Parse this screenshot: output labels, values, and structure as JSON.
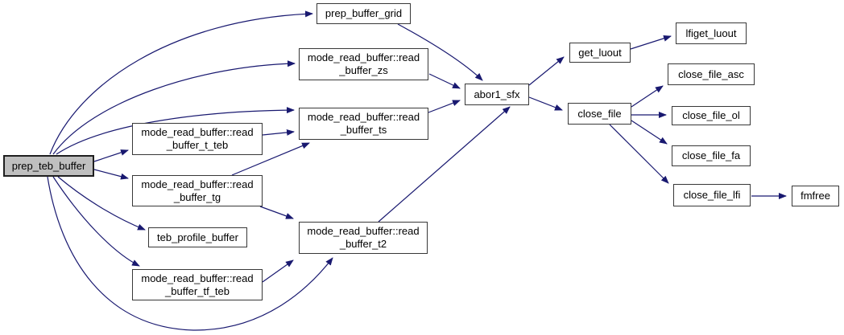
{
  "diagram": {
    "type": "call-graph",
    "colors": {
      "edge": "#191970",
      "node_border": "#383838",
      "node_fill": "#ffffff",
      "root_node_fill": "#bfbfbf",
      "text": "#000000",
      "background": "#ffffff"
    },
    "nodes": [
      {
        "id": "prep_teb_buffer",
        "lines": [
          "prep_teb_buffer"
        ],
        "role": "root"
      },
      {
        "id": "prep_buffer_grid",
        "lines": [
          "prep_buffer_grid"
        ]
      },
      {
        "id": "mode_read_buffer::read_buffer_zs",
        "lines": [
          "mode_read_buffer::read",
          "_buffer_zs"
        ]
      },
      {
        "id": "mode_read_buffer::read_buffer_ts",
        "lines": [
          "mode_read_buffer::read",
          "_buffer_ts"
        ]
      },
      {
        "id": "mode_read_buffer::read_buffer_t_teb",
        "lines": [
          "mode_read_buffer::read",
          "_buffer_t_teb"
        ]
      },
      {
        "id": "mode_read_buffer::read_buffer_tg",
        "lines": [
          "mode_read_buffer::read",
          "_buffer_tg"
        ]
      },
      {
        "id": "teb_profile_buffer",
        "lines": [
          "teb_profile_buffer"
        ]
      },
      {
        "id": "mode_read_buffer::read_buffer_tf_teb",
        "lines": [
          "mode_read_buffer::read",
          "_buffer_tf_teb"
        ]
      },
      {
        "id": "mode_read_buffer::read_buffer_t2",
        "lines": [
          "mode_read_buffer::read",
          "_buffer_t2"
        ]
      },
      {
        "id": "abor1_sfx",
        "lines": [
          "abor1_sfx"
        ]
      },
      {
        "id": "get_luout",
        "lines": [
          "get_luout"
        ]
      },
      {
        "id": "close_file",
        "lines": [
          "close_file"
        ]
      },
      {
        "id": "lfiget_luout",
        "lines": [
          "lfiget_luout"
        ]
      },
      {
        "id": "close_file_asc",
        "lines": [
          "close_file_asc"
        ]
      },
      {
        "id": "close_file_ol",
        "lines": [
          "close_file_ol"
        ]
      },
      {
        "id": "close_file_fa",
        "lines": [
          "close_file_fa"
        ]
      },
      {
        "id": "close_file_lfi",
        "lines": [
          "close_file_lfi"
        ]
      },
      {
        "id": "fmfree",
        "lines": [
          "fmfree"
        ]
      }
    ],
    "edges": [
      {
        "from": "prep_teb_buffer",
        "to": "prep_buffer_grid"
      },
      {
        "from": "prep_teb_buffer",
        "to": "mode_read_buffer::read_buffer_zs"
      },
      {
        "from": "prep_teb_buffer",
        "to": "mode_read_buffer::read_buffer_ts"
      },
      {
        "from": "prep_teb_buffer",
        "to": "mode_read_buffer::read_buffer_t_teb"
      },
      {
        "from": "prep_teb_buffer",
        "to": "mode_read_buffer::read_buffer_tg"
      },
      {
        "from": "prep_teb_buffer",
        "to": "teb_profile_buffer"
      },
      {
        "from": "prep_teb_buffer",
        "to": "mode_read_buffer::read_buffer_tf_teb"
      },
      {
        "from": "prep_teb_buffer",
        "to": "mode_read_buffer::read_buffer_t2"
      },
      {
        "from": "prep_buffer_grid",
        "to": "abor1_sfx"
      },
      {
        "from": "mode_read_buffer::read_buffer_zs",
        "to": "abor1_sfx"
      },
      {
        "from": "mode_read_buffer::read_buffer_ts",
        "to": "abor1_sfx"
      },
      {
        "from": "mode_read_buffer::read_buffer_t_teb",
        "to": "mode_read_buffer::read_buffer_ts"
      },
      {
        "from": "mode_read_buffer::read_buffer_tg",
        "to": "mode_read_buffer::read_buffer_ts"
      },
      {
        "from": "mode_read_buffer::read_buffer_tg",
        "to": "mode_read_buffer::read_buffer_t2"
      },
      {
        "from": "mode_read_buffer::read_buffer_tf_teb",
        "to": "mode_read_buffer::read_buffer_t2"
      },
      {
        "from": "mode_read_buffer::read_buffer_t2",
        "to": "abor1_sfx"
      },
      {
        "from": "abor1_sfx",
        "to": "get_luout"
      },
      {
        "from": "abor1_sfx",
        "to": "close_file"
      },
      {
        "from": "get_luout",
        "to": "lfiget_luout"
      },
      {
        "from": "close_file",
        "to": "close_file_asc"
      },
      {
        "from": "close_file",
        "to": "close_file_ol"
      },
      {
        "from": "close_file",
        "to": "close_file_fa"
      },
      {
        "from": "close_file",
        "to": "close_file_lfi"
      },
      {
        "from": "close_file_lfi",
        "to": "fmfree"
      }
    ]
  }
}
